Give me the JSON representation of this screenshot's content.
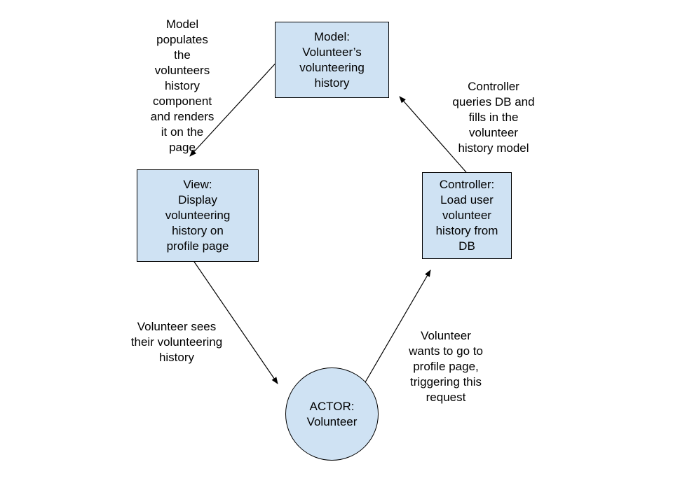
{
  "nodes": {
    "model": "Model:\nVolunteer’s\nvolunteering\nhistory",
    "view": "View:\nDisplay\nvolunteering\nhistory on\nprofile page",
    "controller": "Controller:\nLoad user\nvolunteer\nhistory from\nDB",
    "actor": "ACTOR:\nVolunteer"
  },
  "edges": {
    "model_to_view": "Model\npopulates\nthe\nvolunteers\nhistory\ncomponent\nand renders\nit on the\npage",
    "controller_to_model": "Controller\nqueries DB and\nfills in the\nvolunteer\nhistory model",
    "view_to_actor": "Volunteer sees\ntheir volunteering\nhistory",
    "actor_to_controller": "Volunteer\nwants to go to\nprofile page,\ntriggering this\nrequest"
  },
  "colors": {
    "node_fill": "#cfe2f3",
    "stroke": "#000000"
  }
}
